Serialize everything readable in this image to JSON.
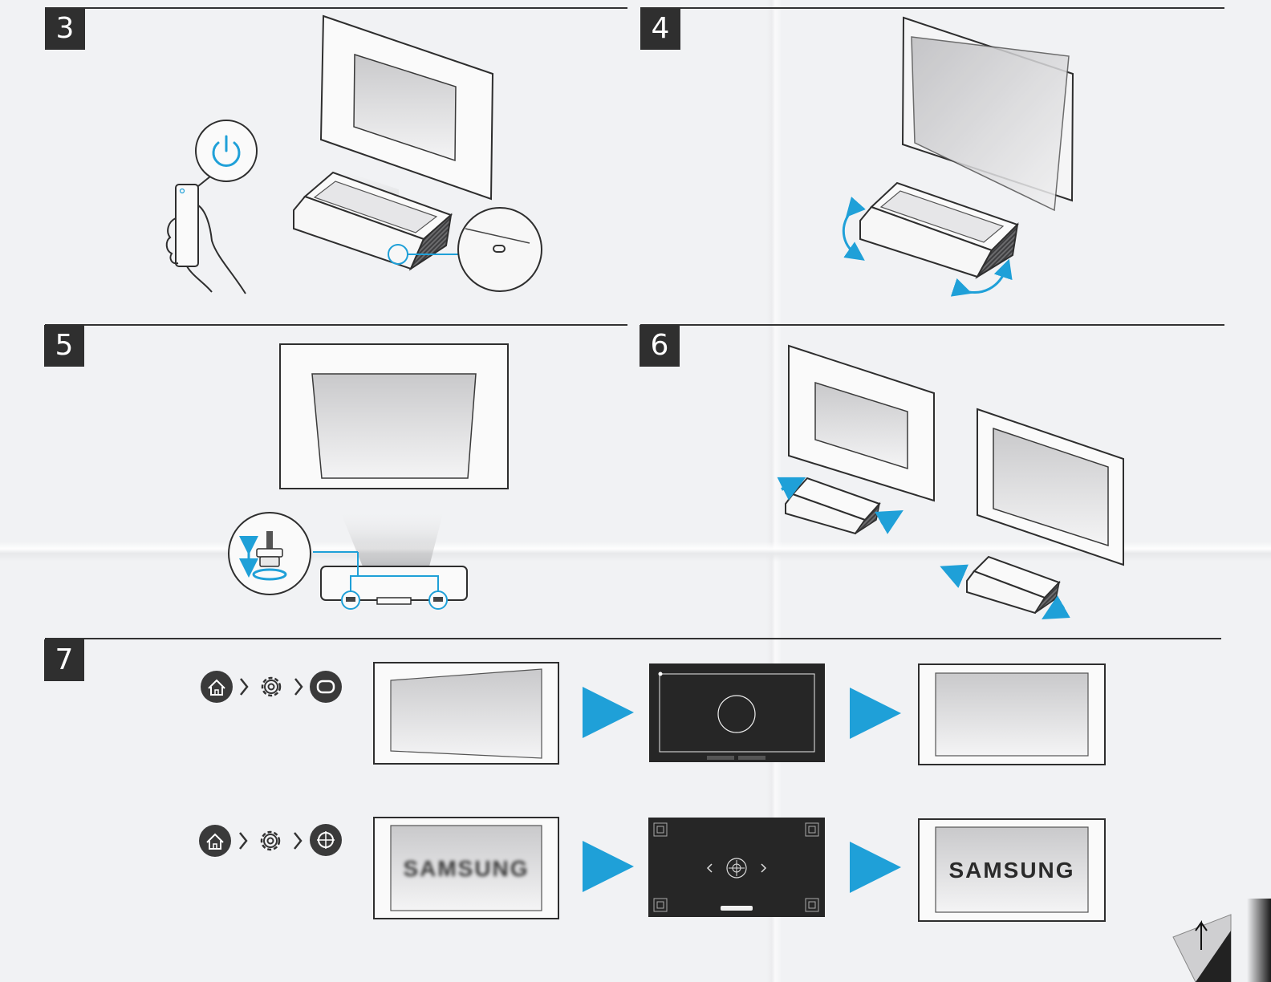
{
  "steps": [
    {
      "number": "3"
    },
    {
      "number": "4"
    },
    {
      "number": "5"
    },
    {
      "number": "6"
    },
    {
      "number": "7"
    }
  ],
  "step7": {
    "brand_text": "SAMSUNG",
    "brand_text_blurred": "SAMSUNG"
  },
  "colors": {
    "accent": "#1fa0d8",
    "line": "#333333",
    "panel_dark": "#262626"
  },
  "icons": [
    "power-icon",
    "home-icon",
    "gear-icon",
    "chevron-right-icon",
    "keystone-icon",
    "focus-icon",
    "arrow-right-icon"
  ]
}
